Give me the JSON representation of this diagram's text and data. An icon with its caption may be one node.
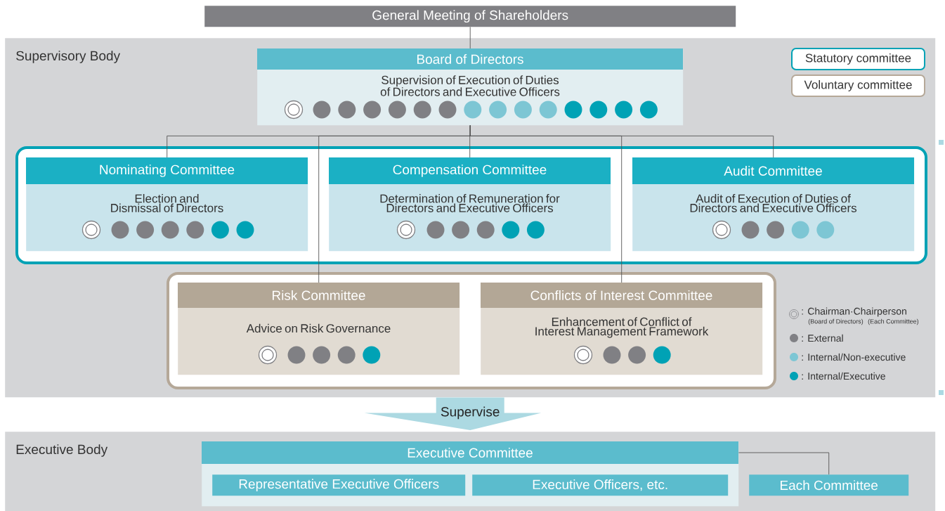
{
  "diagram": {
    "nodes": [
      {
        "text": [
          "General Meeting of Shareholders"
        ]
      },
      {
        "text": [
          "Supervisory Body"
        ]
      },
      {
        "text": [
          "Board of Directors",
          "Supervision of Execution of Duties of Directors and Executive Officers"
        ],
        "in": 1
      },
      {
        "text": [],
        "shape": "box",
        "in": 1
      },
      {
        "text": [
          "Nominating Committee",
          "Election and Dismissal of Directors"
        ],
        "in": 3
      },
      {
        "text": [
          "Compensation Committee",
          "Determination of Remuneration for Directors and Executive Officers"
        ],
        "in": 3
      },
      {
        "text": [
          "Audit Committee",
          "Audit of Execution of Duties of Directors and Executive Officers"
        ],
        "in": 3
      },
      {
        "text": [],
        "shape": "box",
        "in": 1
      },
      {
        "text": [
          "Risk Committee",
          "Advice on Risk Governance"
        ],
        "in": 7
      },
      {
        "text": [
          "Conflicts of Interest Committee",
          "Enhancement of Conflict of Interest Management Framework"
        ],
        "in": 7
      },
      {
        "text": [
          "Executive Body"
        ]
      },
      {
        "text": [
          "Executive Committee"
        ],
        "in": 10
      },
      {
        "text": [
          "Representative Executive Officers"
        ],
        "in": 11
      },
      {
        "text": [
          "Executive Officers, etc."
        ],
        "in": 11
      },
      {
        "text": [
          "Each Committee"
        ],
        "in": 10
      }
    ],
    "edges": [
      {
        "from": 0,
        "to": 2,
        "arrow": "none"
      },
      {
        "from": 2,
        "to": 4,
        "arrow": "none"
      },
      {
        "from": 2,
        "to": 5,
        "arrow": "none"
      },
      {
        "from": 2,
        "to": 6,
        "arrow": "none"
      },
      {
        "from": 2,
        "to": 8,
        "arrow": "none"
      },
      {
        "from": 2,
        "to": 9,
        "arrow": "none"
      },
      {
        "from": 1,
        "to": 10,
        "arrow": "to",
        "label": "Supervise",
        "style": "thick",
        "color": "#acd9e2"
      },
      {
        "from": 11,
        "to": 14,
        "arrow": "none"
      }
    ],
    "labels": [
      "(Board of Directors)",
      "(Each Committee)"
    ],
    "legend": [
      {
        "text": "Statutory committee"
      },
      {
        "text": "Voluntary committee"
      },
      {
        "text": ": Chairman·Chairperson"
      },
      {
        "text": ": External",
        "color": "#808084"
      },
      {
        "text": ": Internal/Non-executive",
        "color": "#7dc6d4"
      },
      {
        "text": ": Internal/Executive",
        "color": "#00a2b5"
      }
    ]
  }
}
